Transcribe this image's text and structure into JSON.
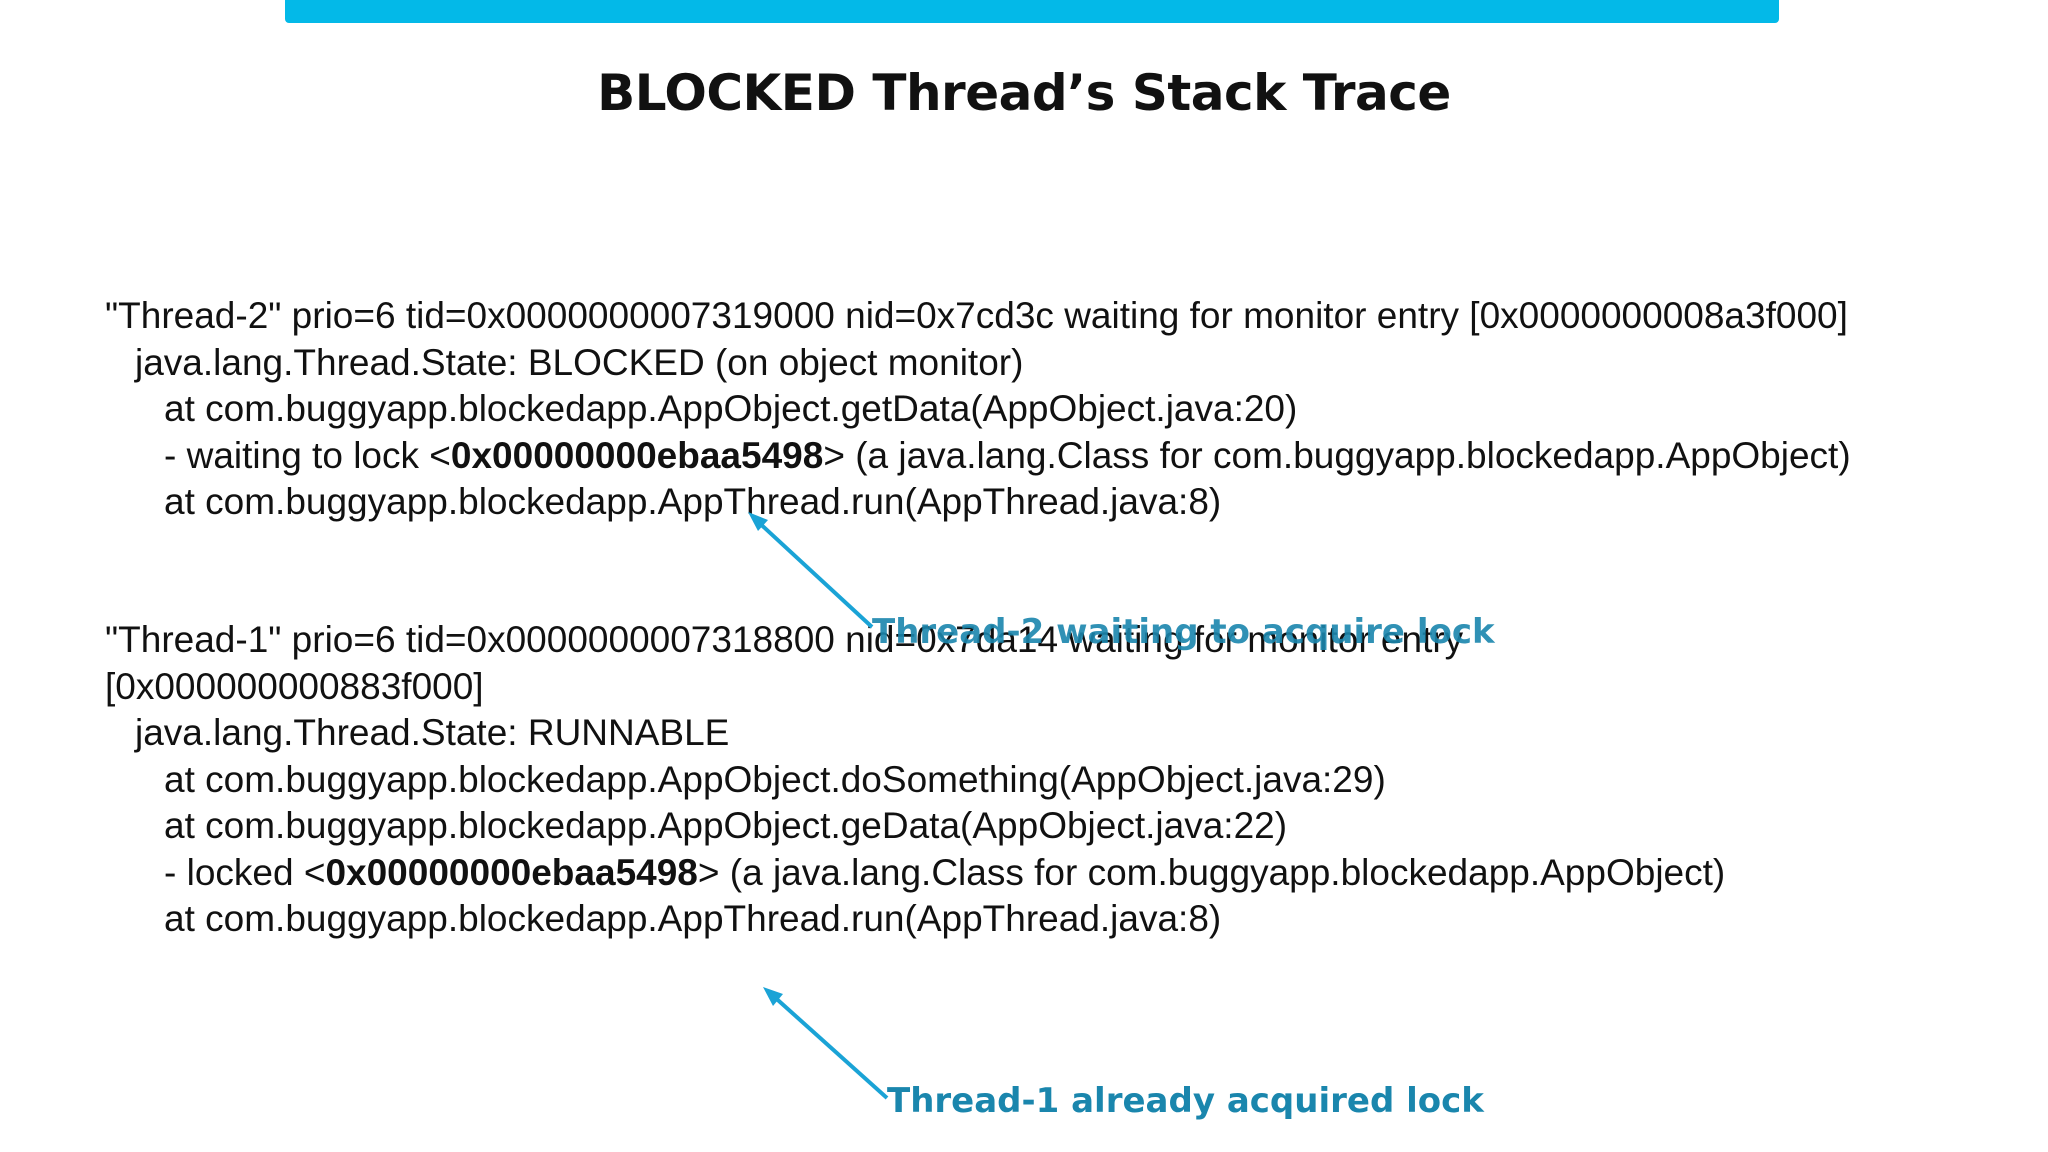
{
  "slide": {
    "title": "BLOCKED Thread’s Stack Trace"
  },
  "thread2": {
    "header": "\"Thread-2\" prio=6 tid=0x0000000007319000 nid=0x7cd3c waiting for monitor entry [0x0000000008a3f000]",
    "state": "java.lang.Thread.State: BLOCKED (on object monitor)",
    "frame_getdata": "at com.buggyapp.blockedapp.AppObject.getData(AppObject.java:20)",
    "waiting_prefix": "- waiting to lock <",
    "lock_address": "0x00000000ebaa5498",
    "waiting_suffix": "> (a java.lang.Class for com.buggyapp.blockedapp.AppObject)",
    "frame_run": "at com.buggyapp.blockedapp.AppThread.run(AppThread.java:8)"
  },
  "thread1": {
    "header_line1": "\"Thread-1\" prio=6 tid=0x0000000007318800 nid=0x7da14 waiting for monitor entry",
    "header_line2": "[0x000000000883f000]",
    "state": "java.lang.Thread.State: RUNNABLE",
    "frame_dosomething": "at  com.buggyapp.blockedapp.AppObject.doSomething(AppObject.java:29)",
    "frame_gedata": "at com.buggyapp.blockedapp.AppObject.geData(AppObject.java:22)",
    "locked_prefix": "- locked <",
    "lock_address": "0x00000000ebaa5498",
    "locked_suffix": "> (a java.lang.Class for com.buggyapp.blockedapp.AppObject)",
    "frame_run": "at com.buggyapp.blockedapp.AppThread.run(AppThread.java:8)"
  },
  "annotations": {
    "thread2_label": "Thread-2 waiting to acquire lock",
    "thread1_label": "Thread-1 already acquired lock",
    "arrow_color": "#1aa3d6",
    "label_color": "#1a86ad"
  },
  "colors": {
    "accent_bar": "#03b9e8",
    "text": "#111111",
    "background": "#ffffff"
  }
}
